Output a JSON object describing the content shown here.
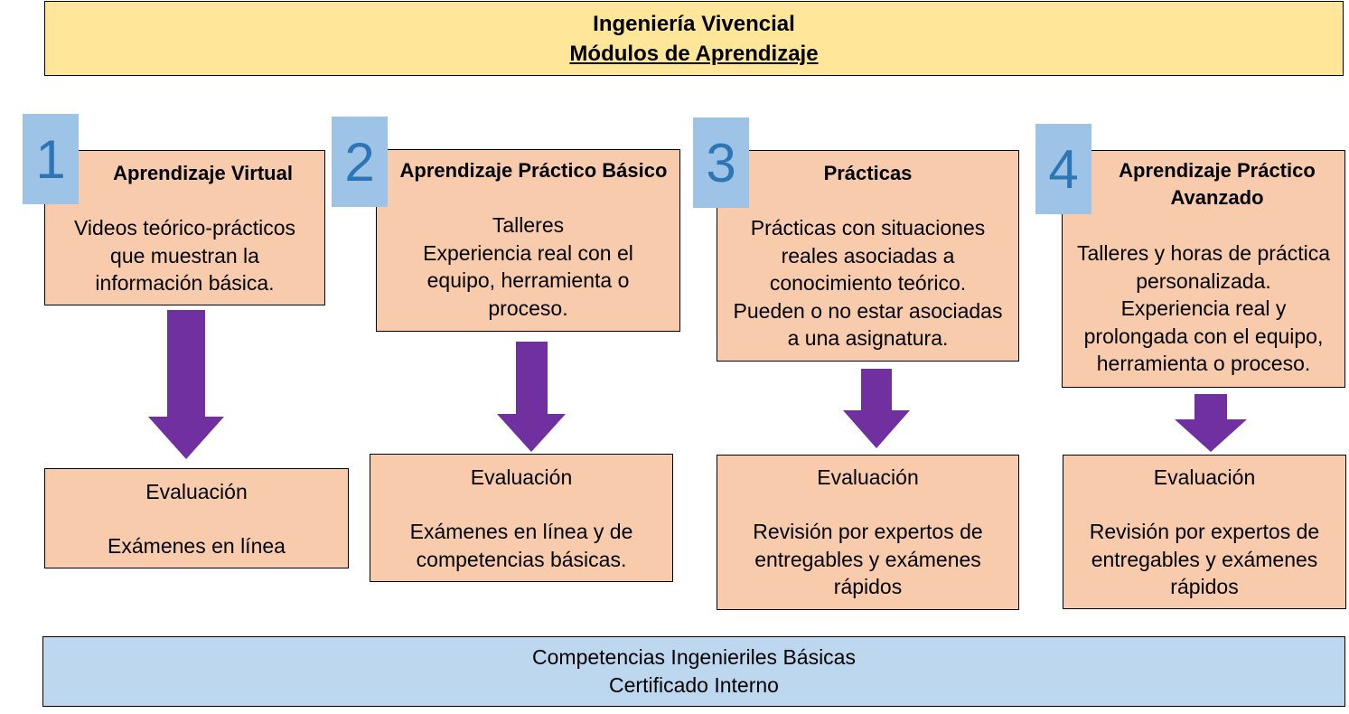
{
  "header": {
    "title": "Ingeniería Vivencial",
    "subtitle": "Módulos de Aprendizaje"
  },
  "modules": [
    {
      "number": "1",
      "title": "Aprendizaje Virtual",
      "description": [
        "Videos teórico-prácticos",
        "que muestran la",
        "información básica."
      ],
      "evaluation_title": "Evaluación",
      "evaluation_desc": [
        "Exámenes en línea"
      ]
    },
    {
      "number": "2",
      "title": "Aprendizaje Práctico Básico",
      "description": [
        "Talleres",
        "Experiencia real con el",
        "equipo, herramienta o",
        "proceso."
      ],
      "evaluation_title": "Evaluación",
      "evaluation_desc": [
        "Exámenes en línea y de",
        "competencias básicas."
      ]
    },
    {
      "number": "3",
      "title": "Prácticas",
      "description": [
        "Prácticas con situaciones",
        "reales asociadas a",
        "conocimiento teórico.",
        "Pueden o no estar asociadas",
        "a una asignatura."
      ],
      "evaluation_title": "Evaluación",
      "evaluation_desc": [
        "Revisión por expertos de",
        "entregables y exámenes",
        "rápidos"
      ]
    },
    {
      "number": "4",
      "title_lines": [
        "Aprendizaje Práctico",
        "Avanzado"
      ],
      "description": [
        "Talleres y horas de práctica",
        "personalizada.",
        "Experiencia real y",
        "prolongada con el equipo,",
        "herramienta o proceso."
      ],
      "evaluation_title": "Evaluación",
      "evaluation_desc": [
        "Revisión por expertos de",
        "entregables y exámenes",
        "rápidos"
      ]
    }
  ],
  "footer": {
    "line1": "Competencias Ingenieriles Básicas",
    "line2": "Certificado Interno"
  },
  "colors": {
    "header_bg": "#ffe699",
    "module_bg": "#f8cbad",
    "badge_bg": "#9dc3e6",
    "badge_text": "#2e75b6",
    "arrow": "#7030a0",
    "footer_bg": "#bdd7ee"
  }
}
